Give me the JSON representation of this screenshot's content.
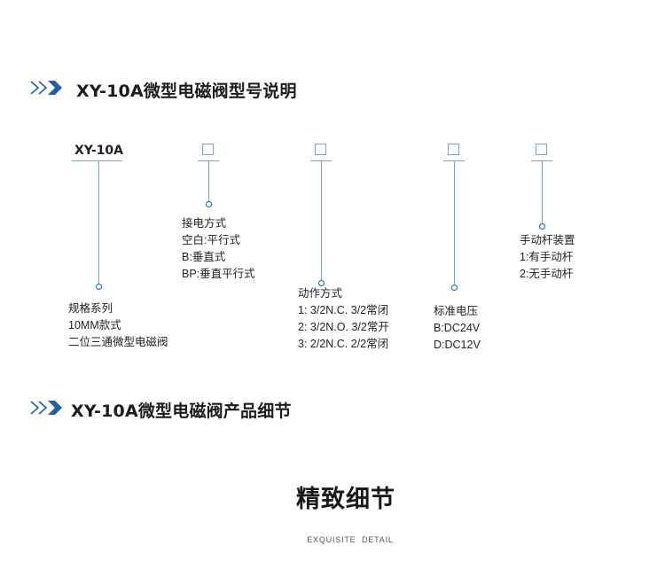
{
  "section1": {
    "title": "XY-10A微型电磁阀型号说明"
  },
  "model": {
    "label": "XY-10A"
  },
  "groups": {
    "spec": {
      "lines": [
        "规格系列",
        "10MM款式",
        "二位三通微型电磁阀"
      ]
    },
    "connection": {
      "lines": [
        "接电方式",
        "空白:平行式",
        "B:垂直式",
        "BP:垂直平行式"
      ]
    },
    "action": {
      "lines": [
        "动作方式",
        "1: 3/2N.C. 3/2常闭",
        "2: 3/2N.O. 3/2常开",
        "3: 2/2N.C. 2/2常闭"
      ]
    },
    "voltage": {
      "lines": [
        "标准电压",
        "B:DC24V",
        "D:DC12V"
      ]
    },
    "manual": {
      "lines": [
        "手动杆装置",
        "1:有手动杆",
        "2:无手动杆"
      ]
    }
  },
  "section2": {
    "title": "XY-10A微型电磁阀产品细节"
  },
  "detail": {
    "title": "精致细节",
    "subtitle": "EXQUISITE  DETAIL"
  },
  "colors": {
    "accent": "#1f5fa6",
    "line": "#7aa3c8",
    "text": "#222222"
  }
}
